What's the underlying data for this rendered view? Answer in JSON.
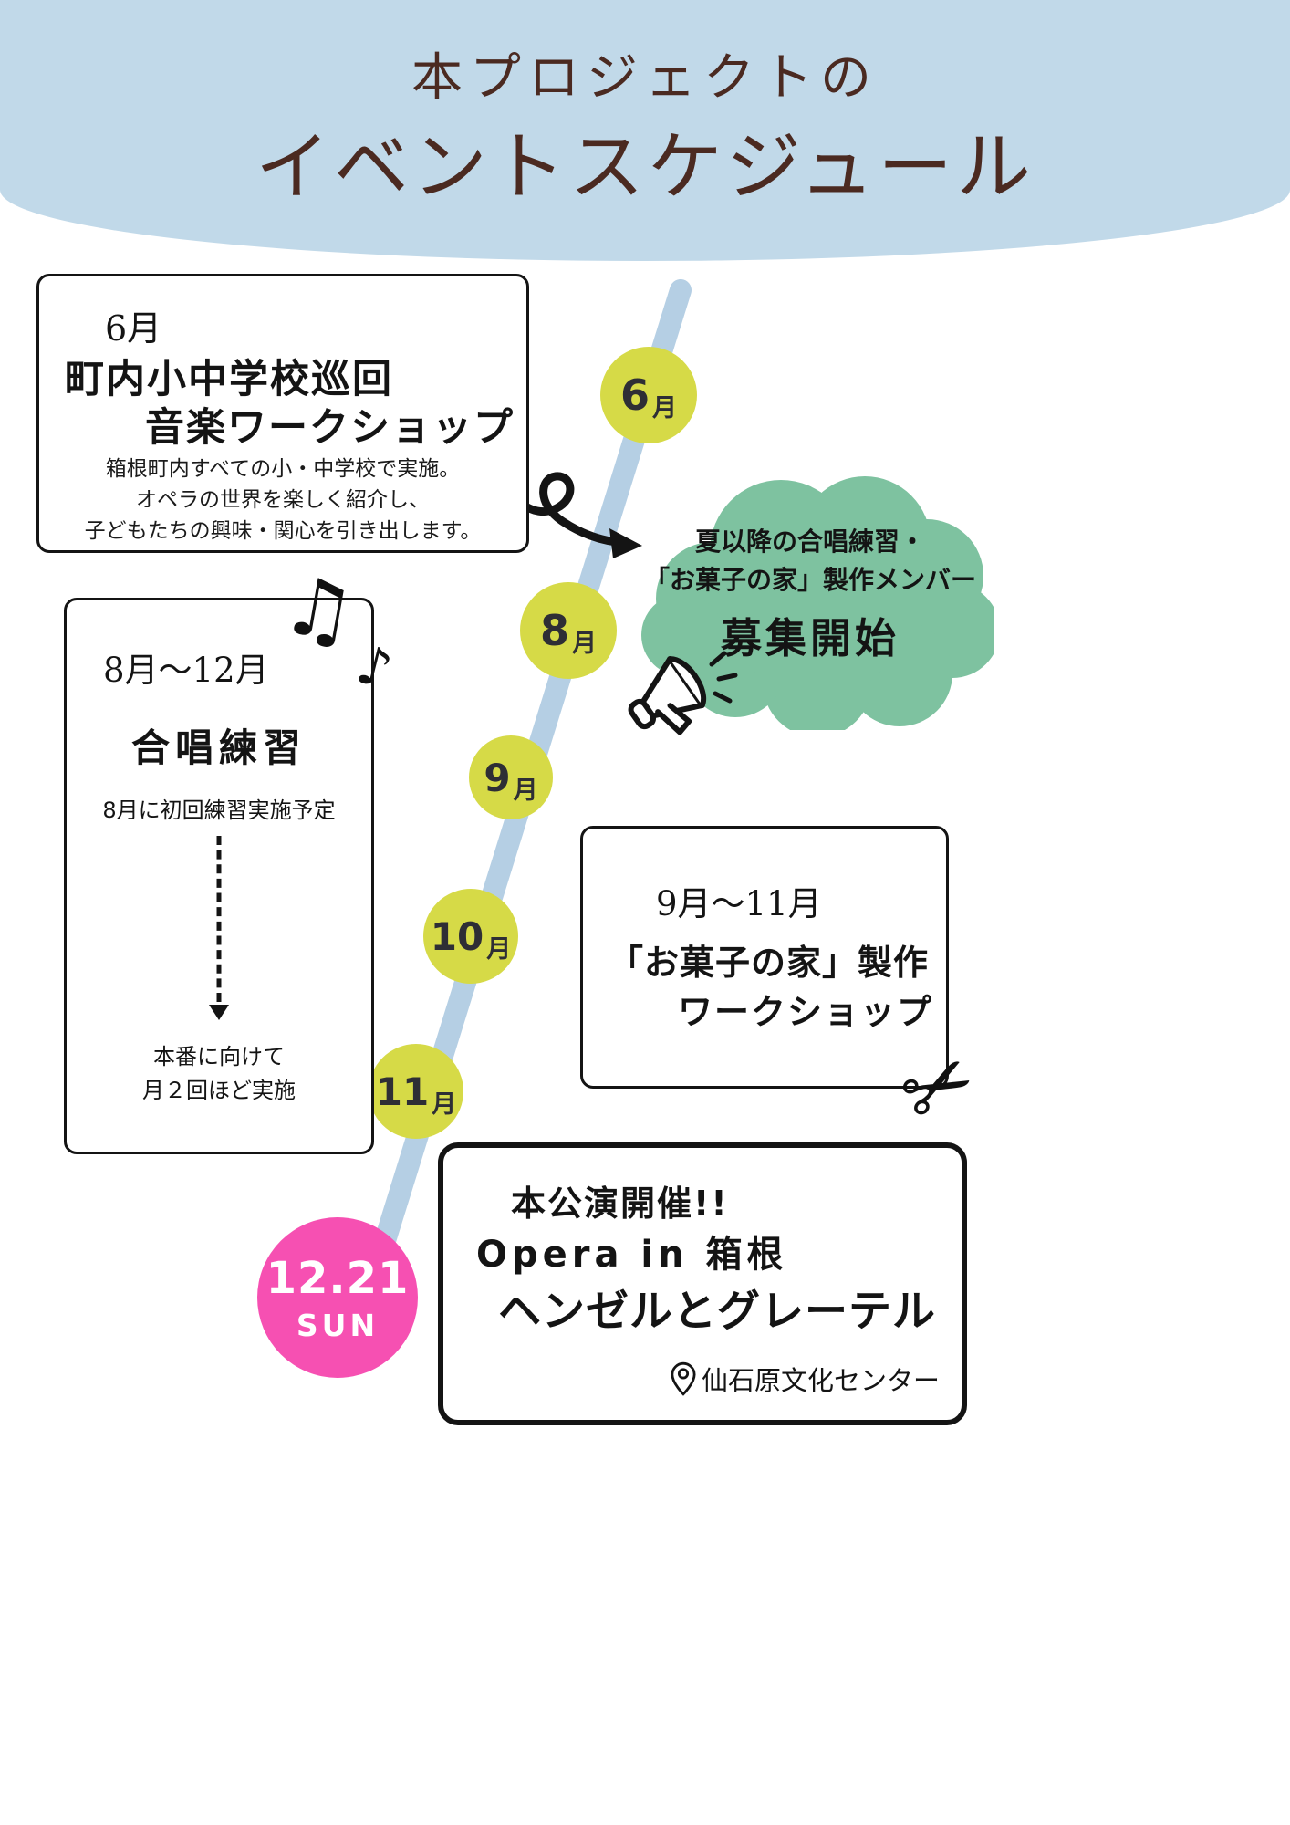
{
  "header": {
    "subtitle": "本プロジェクトの",
    "title": "イベントスケジュール"
  },
  "timeline": {
    "months": [
      {
        "num": "6",
        "unit": "月"
      },
      {
        "num": "8",
        "unit": "月"
      },
      {
        "num": "9",
        "unit": "月"
      },
      {
        "num": "10",
        "unit": "月"
      },
      {
        "num": "11",
        "unit": "月"
      }
    ],
    "finale_date": "12.21",
    "finale_day": "SUN"
  },
  "event_june": {
    "period": "6月",
    "title1": "町内小中学校巡回",
    "title2": "音楽ワークショップ",
    "desc1": "箱根町内すべての小・中学校で実施。",
    "desc2": "オペラの世界を楽しく紹介し、",
    "desc3": "子どもたちの興味・関心を引き出します。"
  },
  "event_chorus": {
    "period": "8月〜12月",
    "title": "合唱練習",
    "note_top": "8月に初回練習実施予定",
    "note_bottom1": "本番に向けて",
    "note_bottom2": "月２回ほど実施"
  },
  "recruit_cloud": {
    "line1": "夏以降の合唱練習・",
    "line2": "「お菓子の家」製作メンバー",
    "line3": "募集開始"
  },
  "event_candy": {
    "period": "9月〜11月",
    "title1": "「お菓子の家」製作",
    "title2": "ワークショップ"
  },
  "event_finale": {
    "headline": "本公演開催!!",
    "line1": "Opera in 箱根",
    "line2": "ヘンゼルとグレーテル",
    "venue": "仙石原文化センター"
  },
  "icons": {
    "music_note_beamed": "♫",
    "music_note": "♪",
    "scissors": "✂"
  },
  "colors": {
    "header_bg": "#c1d9e9",
    "title_brown": "#4b2a21",
    "month_circle_yellow": "#d6da47",
    "finale_pink": "#f650b2",
    "cloud_green": "#7ec2a0",
    "timeline_blue": "#b5cfe4",
    "ink": "#141414"
  }
}
